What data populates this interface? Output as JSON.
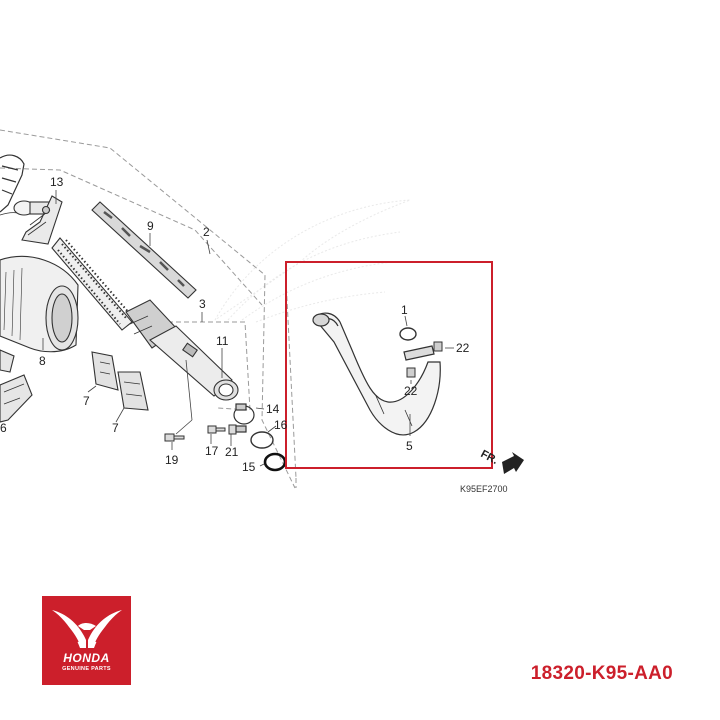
{
  "diagram": {
    "reference_code": "K95EF2700",
    "front_marker": "FR.",
    "callouts": {
      "c1": "1",
      "c2": "2",
      "c3": "3",
      "c5": "5",
      "c7a": "7",
      "c7b": "7",
      "c8": "8",
      "c9": "9",
      "c11": "11",
      "c13": "13",
      "c14": "14",
      "c15": "15",
      "c16": "16",
      "c17": "17",
      "c19": "19",
      "c21": "21",
      "c22a": "22",
      "c22b": "22",
      "c6": "6"
    },
    "highlight_color": "#cc1f2b"
  },
  "brand": {
    "name": "HONDA",
    "tagline": "GENUINE PARTS",
    "color": "#cc1f2b",
    "icon": "honda-wing-icon"
  },
  "part_number": "18320-K95-AA0"
}
